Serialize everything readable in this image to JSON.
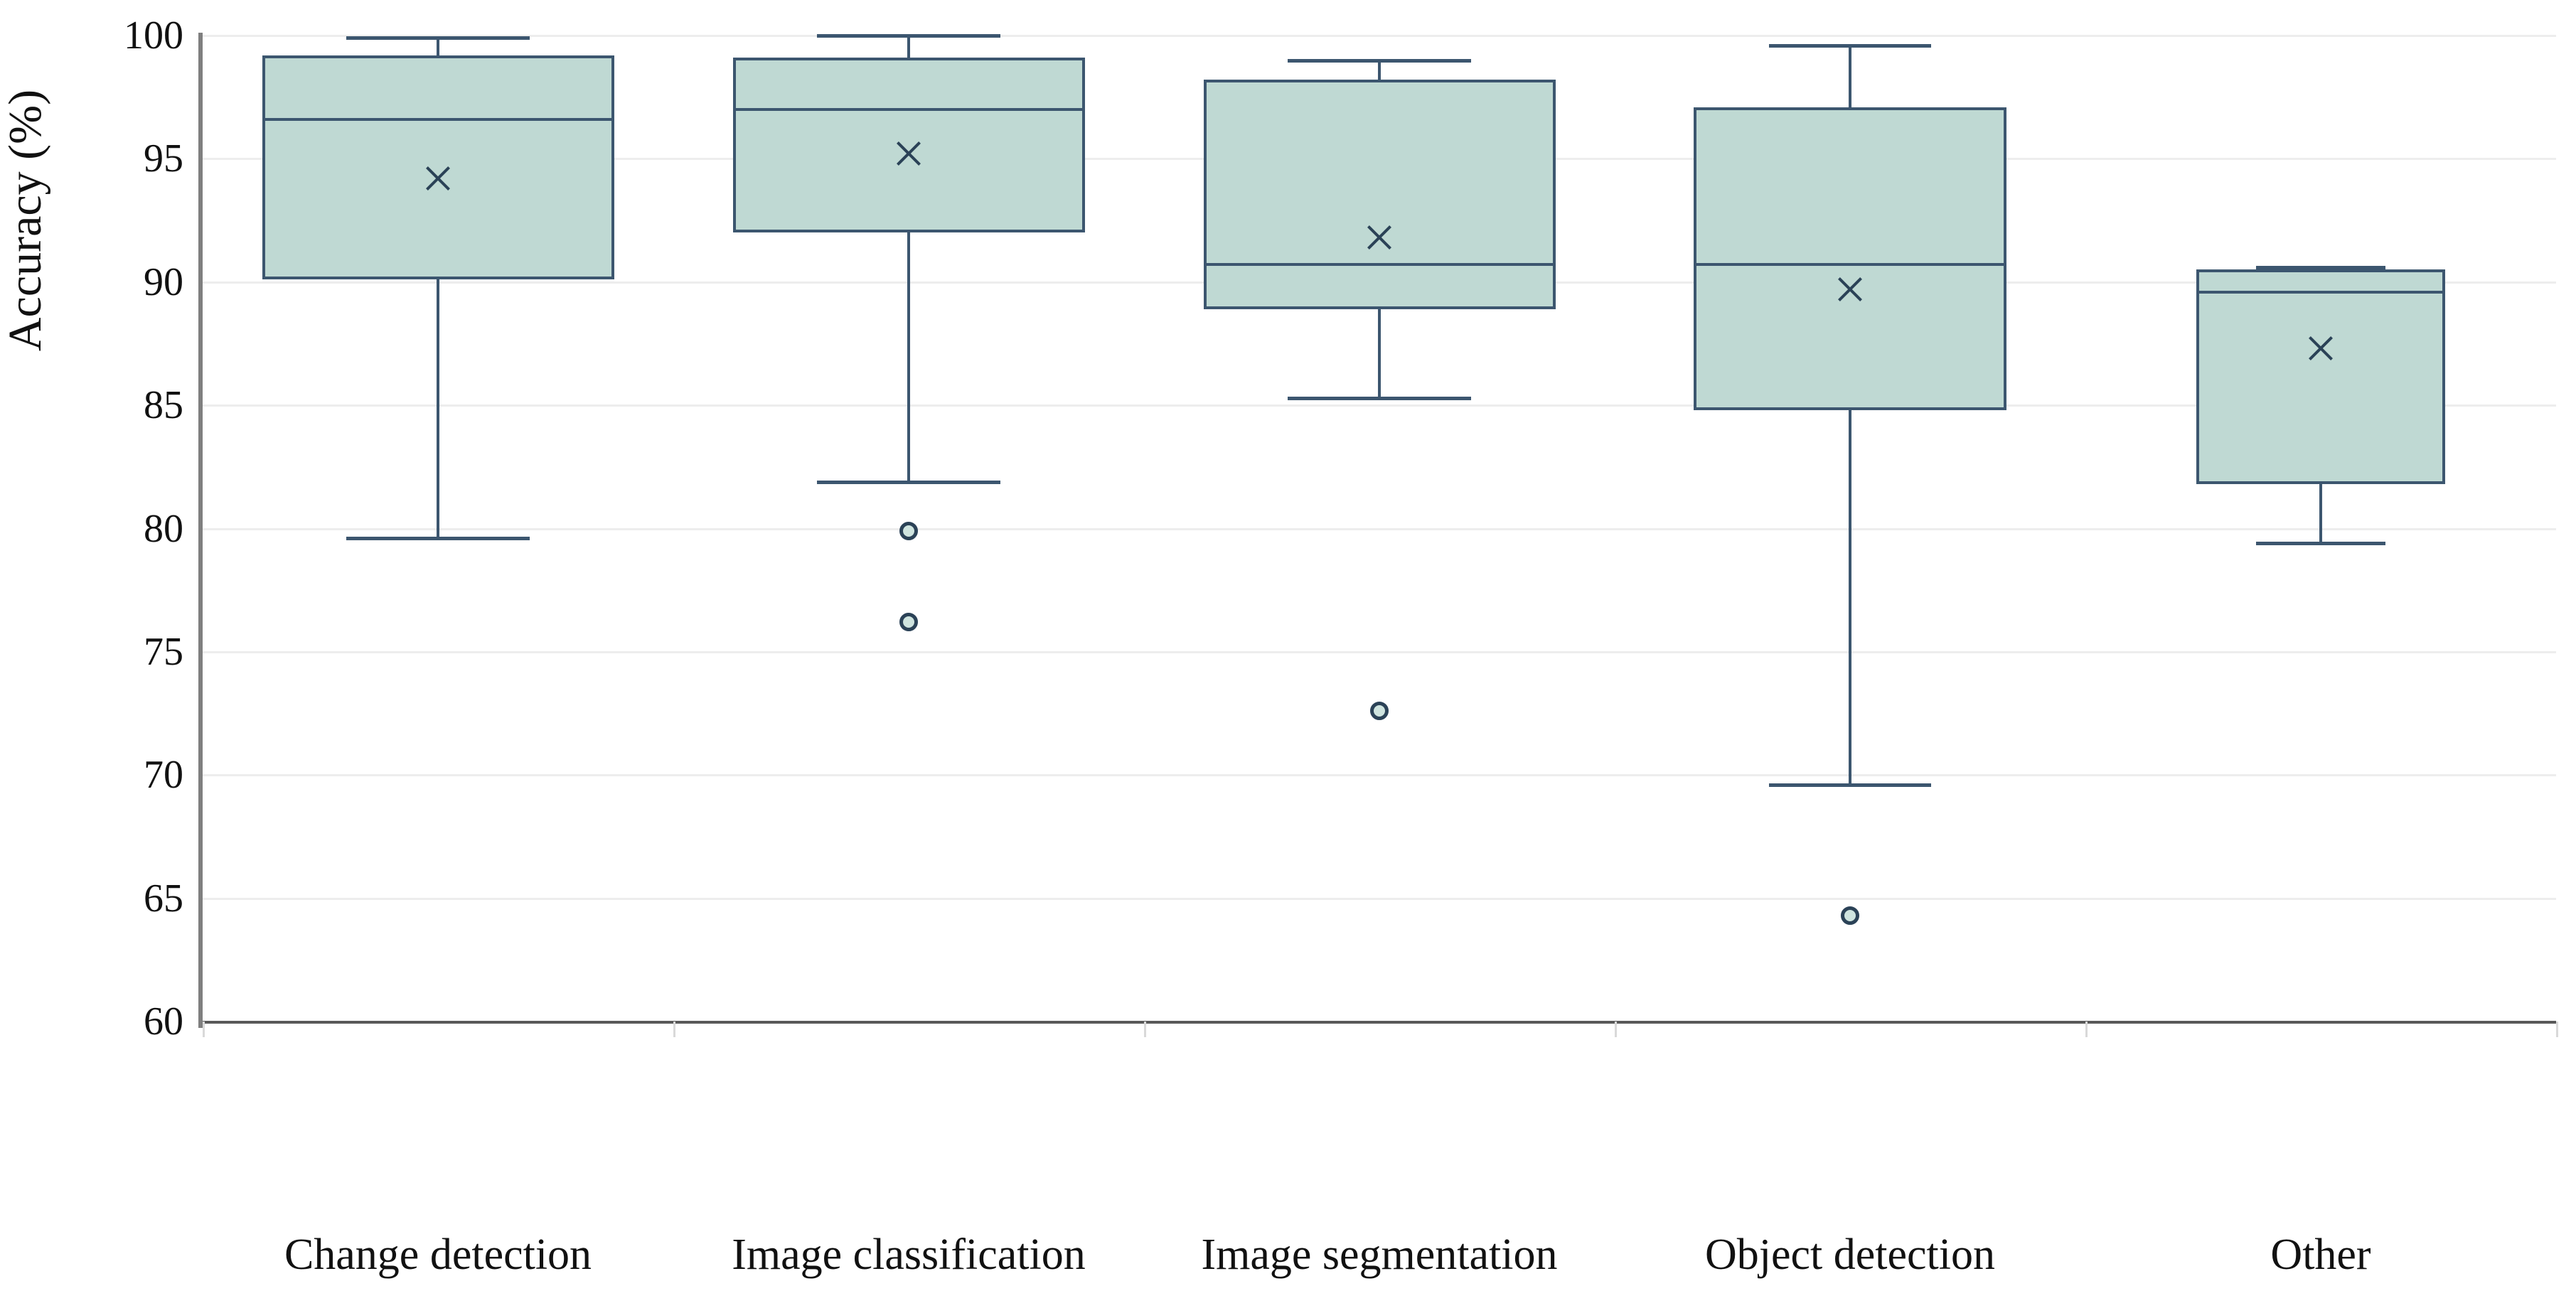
{
  "chart_data": {
    "type": "box",
    "title": "",
    "xlabel": "",
    "ylabel": "Accuracy (%)",
    "ylim": [
      60,
      100
    ],
    "yticks": [
      60,
      65,
      70,
      75,
      80,
      85,
      90,
      95,
      100
    ],
    "ytick_labels": [
      "60",
      "65",
      "70",
      "75",
      "80",
      "85",
      "90",
      "95",
      "100"
    ],
    "grid": "horizontal",
    "legend": "none",
    "categories": [
      "Change detection",
      "Image classification",
      "Image segmentation",
      "Object detection",
      "Other"
    ],
    "box_fill": "#bfd9d3",
    "box_stroke": "#3c566f",
    "marker_color": "#2b4257",
    "grid_color": "#ededed",
    "axis_color": "#7f7f7f",
    "boxes": [
      {
        "category": "Change detection",
        "whisker_low": 79.6,
        "q1": 90.1,
        "median": 96.6,
        "q3": 99.2,
        "whisker_high": 99.9,
        "mean": 94.2,
        "outliers": []
      },
      {
        "category": "Image classification",
        "whisker_low": 81.9,
        "q1": 92.0,
        "median": 97.0,
        "q3": 99.1,
        "whisker_high": 100.0,
        "mean": 95.2,
        "outliers": [
          79.9,
          76.2
        ]
      },
      {
        "category": "Image segmentation",
        "whisker_low": 85.3,
        "q1": 88.9,
        "median": 90.7,
        "q3": 98.2,
        "whisker_high": 99.0,
        "mean": 91.8,
        "outliers": [
          72.6
        ]
      },
      {
        "category": "Object detection",
        "whisker_low": 69.6,
        "q1": 84.8,
        "median": 90.7,
        "q3": 97.1,
        "whisker_high": 99.6,
        "mean": 89.7,
        "outliers": [
          64.3
        ]
      },
      {
        "category": "Other",
        "whisker_low": 79.4,
        "q1": 81.8,
        "median": 89.6,
        "q3": 90.5,
        "whisker_high": 90.6,
        "mean": 87.3,
        "outliers": []
      }
    ]
  }
}
